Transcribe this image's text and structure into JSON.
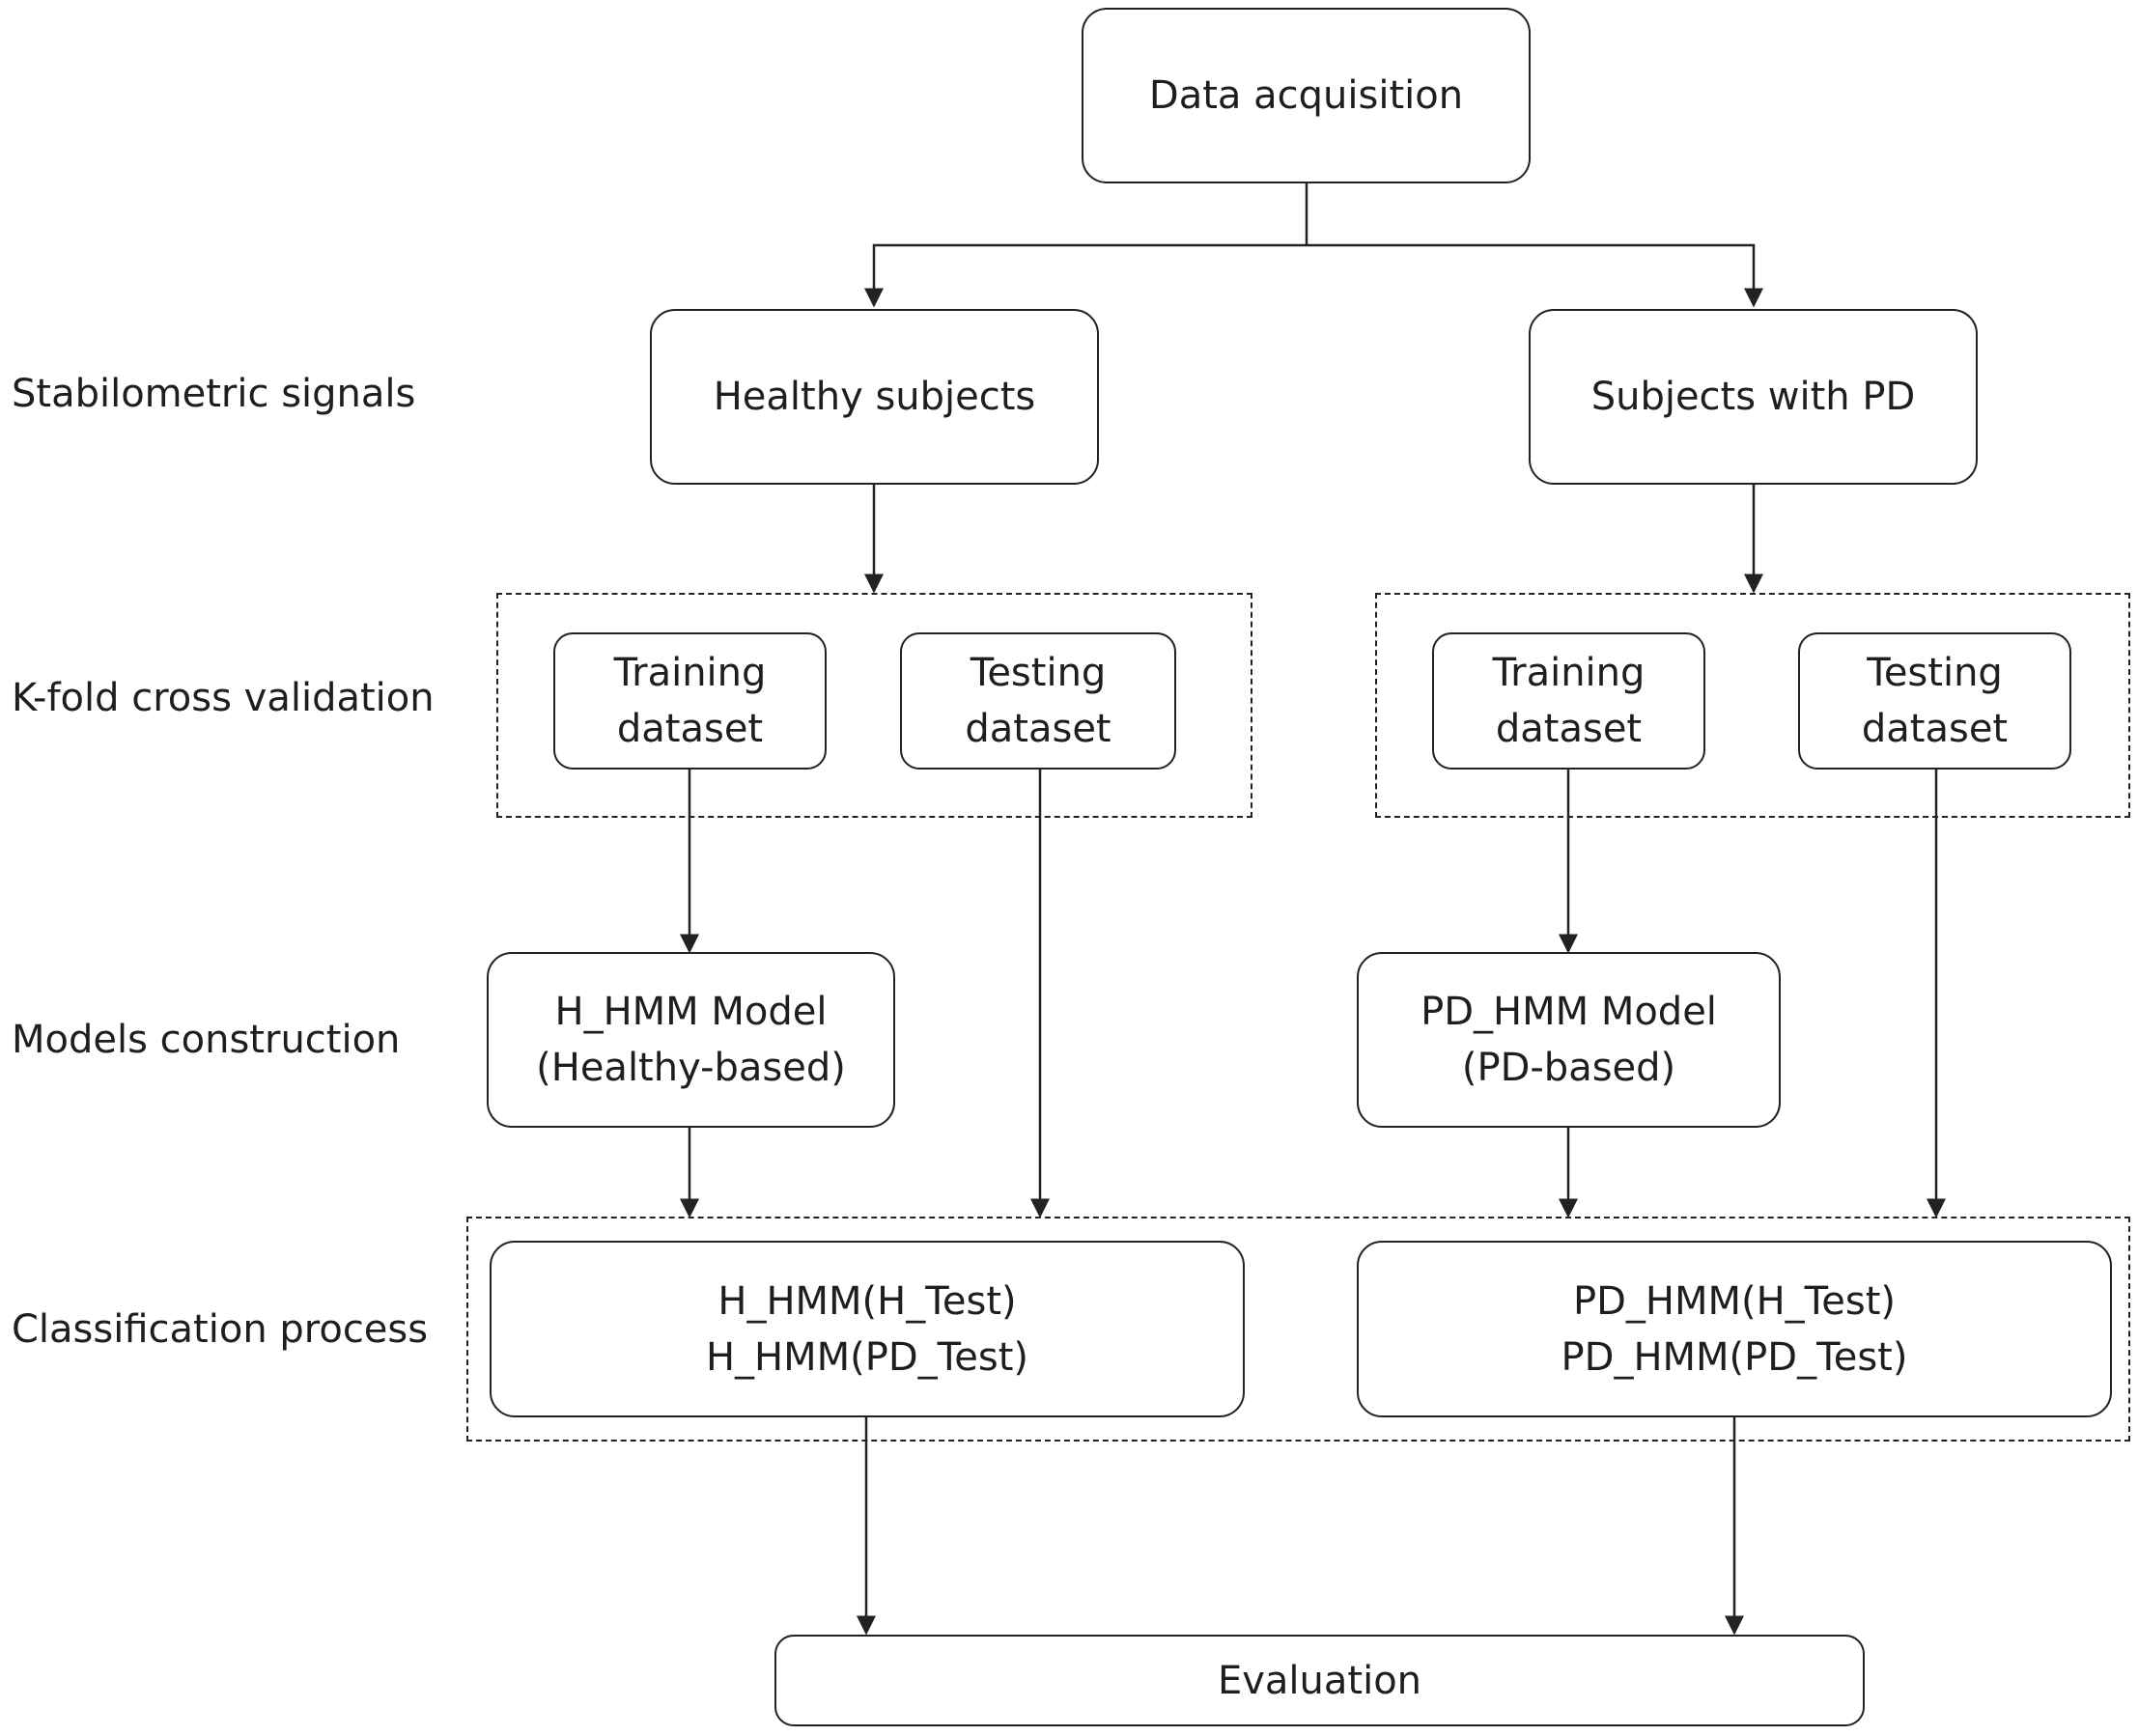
{
  "row_labels": {
    "stabilometric": "Stabilometric  signals",
    "kfold": "K-fold cross validation",
    "models": "Models construction",
    "classification": "Classification process"
  },
  "nodes": {
    "data_acquisition": "Data acquisition",
    "healthy_subjects": "Healthy subjects",
    "subjects_pd": "Subjects with PD",
    "h_training": [
      "Training",
      "dataset"
    ],
    "h_testing": [
      "Testing",
      "dataset"
    ],
    "pd_training": [
      "Training",
      "dataset"
    ],
    "pd_testing": [
      "Testing",
      "dataset"
    ],
    "h_hmm_model": [
      "H_HMM Model",
      "(Healthy-based)"
    ],
    "pd_hmm_model": [
      "PD_HMM Model",
      "(PD-based)"
    ],
    "h_classification": [
      "H_HMM(H_Test)",
      "H_HMM(PD_Test)"
    ],
    "pd_classification": [
      "PD_HMM(H_Test)",
      "PD_HMM(PD_Test)"
    ],
    "evaluation": "Evaluation"
  },
  "colors": {
    "stroke": "#222222",
    "text": "#1e1e1e",
    "background": "#ffffff"
  }
}
